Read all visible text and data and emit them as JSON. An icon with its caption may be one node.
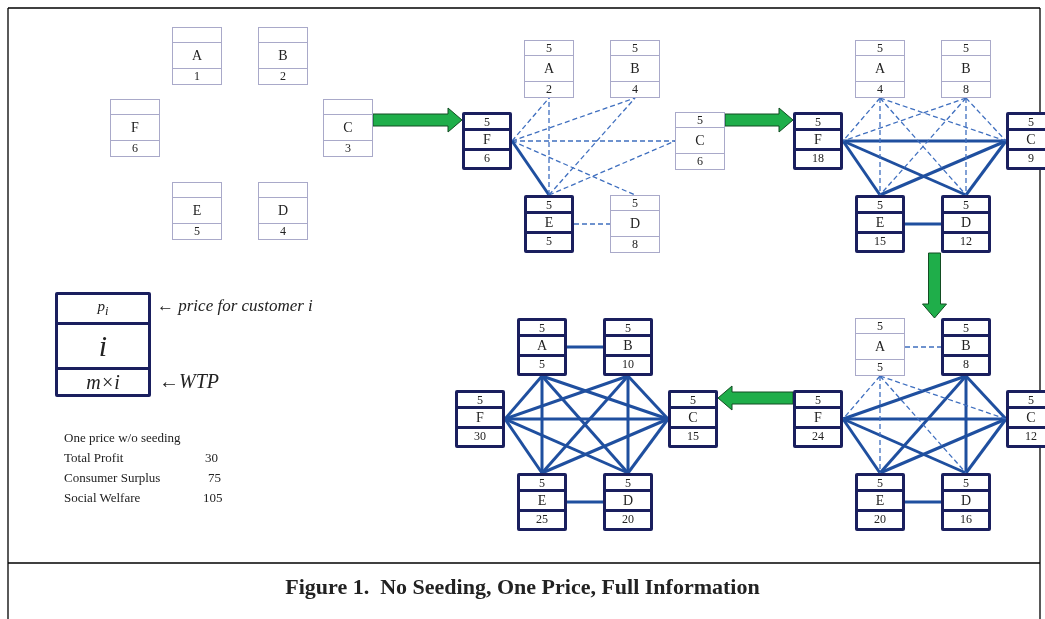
{
  "diagram": {
    "caption": "Figure 1.  No Seeding, One Price, Full Information",
    "nodes": [
      {
        "text": [],
        "shape": "group"
      },
      {
        "text": [
          "A",
          "1"
        ],
        "in": 0
      },
      {
        "text": [
          "B",
          "2"
        ],
        "in": 0
      },
      {
        "text": [
          "F",
          "6"
        ],
        "in": 0
      },
      {
        "text": [
          "C",
          "3"
        ],
        "in": 0
      },
      {
        "text": [
          "E",
          "5"
        ],
        "in": 0
      },
      {
        "text": [
          "D",
          "4"
        ],
        "in": 0
      },
      {
        "text": [],
        "shape": "group"
      },
      {
        "text": [
          "5",
          "A",
          "2"
        ],
        "in": 7
      },
      {
        "text": [
          "5",
          "B",
          "4"
        ],
        "in": 7
      },
      {
        "text": [
          "5",
          "F",
          "6"
        ],
        "in": 7
      },
      {
        "text": [
          "5",
          "C",
          "6"
        ],
        "in": 7
      },
      {
        "text": [
          "5",
          "E",
          "5"
        ],
        "in": 7
      },
      {
        "text": [
          "5",
          "D",
          "8"
        ],
        "in": 7
      },
      {
        "text": [],
        "shape": "group"
      },
      {
        "text": [
          "5",
          "A",
          "4"
        ],
        "in": 14
      },
      {
        "text": [
          "5",
          "B",
          "8"
        ],
        "in": 14
      },
      {
        "text": [
          "5",
          "F",
          "18"
        ],
        "in": 14
      },
      {
        "text": [
          "5",
          "C",
          "9"
        ],
        "in": 14
      },
      {
        "text": [
          "5",
          "E",
          "15"
        ],
        "in": 14
      },
      {
        "text": [
          "5",
          "D",
          "12"
        ],
        "in": 14
      },
      {
        "text": [],
        "shape": "group"
      },
      {
        "text": [
          "5",
          "A",
          "5"
        ],
        "in": 21
      },
      {
        "text": [
          "5",
          "B",
          "10"
        ],
        "in": 21
      },
      {
        "text": [
          "5",
          "F",
          "30"
        ],
        "in": 21
      },
      {
        "text": [
          "5",
          "C",
          "15"
        ],
        "in": 21
      },
      {
        "text": [
          "5",
          "E",
          "25"
        ],
        "in": 21
      },
      {
        "text": [
          "5",
          "D",
          "20"
        ],
        "in": 21
      },
      {
        "text": [],
        "shape": "group"
      },
      {
        "text": [
          "5",
          "A",
          "5"
        ],
        "in": 28
      },
      {
        "text": [
          "5",
          "B",
          "8"
        ],
        "in": 28
      },
      {
        "text": [
          "5",
          "F",
          "24"
        ],
        "in": 28
      },
      {
        "text": [
          "5",
          "C",
          "12"
        ],
        "in": 28
      },
      {
        "text": [
          "5",
          "E",
          "20"
        ],
        "in": 28
      },
      {
        "text": [
          "5",
          "D",
          "16"
        ],
        "in": 28
      },
      {
        "text": [
          "p$_{i}$",
          "i",
          "m×i"
        ],
        "beside": [
          "← price for customer i",
          "←WTP"
        ]
      }
    ],
    "edges": [
      {
        "from": 0,
        "to": 7,
        "arrow": "to",
        "color": "#1fae4a"
      },
      {
        "from": 10,
        "to": 8,
        "arrow": "none",
        "style": "dashed"
      },
      {
        "from": 10,
        "to": 9,
        "arrow": "none",
        "style": "dashed"
      },
      {
        "from": 10,
        "to": 11,
        "arrow": "none",
        "style": "dashed"
      },
      {
        "from": 10,
        "to": 13,
        "arrow": "none",
        "style": "dashed"
      },
      {
        "from": 10,
        "to": 12,
        "arrow": "none"
      },
      {
        "from": 12,
        "to": 8,
        "arrow": "none",
        "style": "dashed"
      },
      {
        "from": 12,
        "to": 9,
        "arrow": "none",
        "style": "dashed"
      },
      {
        "from": 12,
        "to": 11,
        "arrow": "none",
        "style": "dashed"
      },
      {
        "from": 12,
        "to": 13,
        "arrow": "none",
        "style": "dashed"
      },
      {
        "from": 7,
        "to": 14,
        "arrow": "to",
        "color": "#1fae4a"
      },
      {
        "from": 17,
        "to": 18,
        "arrow": "none"
      },
      {
        "from": 17,
        "to": 19,
        "arrow": "none"
      },
      {
        "from": 17,
        "to": 20,
        "arrow": "none"
      },
      {
        "from": 18,
        "to": 19,
        "arrow": "none"
      },
      {
        "from": 18,
        "to": 20,
        "arrow": "none"
      },
      {
        "from": 19,
        "to": 20,
        "arrow": "none"
      },
      {
        "from": 15,
        "to": 17,
        "arrow": "none",
        "style": "dashed"
      },
      {
        "from": 15,
        "to": 18,
        "arrow": "none",
        "style": "dashed"
      },
      {
        "from": 15,
        "to": 19,
        "arrow": "none",
        "style": "dashed"
      },
      {
        "from": 15,
        "to": 20,
        "arrow": "none",
        "style": "dashed"
      },
      {
        "from": 16,
        "to": 17,
        "arrow": "none",
        "style": "dashed"
      },
      {
        "from": 16,
        "to": 18,
        "arrow": "none",
        "style": "dashed"
      },
      {
        "from": 16,
        "to": 19,
        "arrow": "none",
        "style": "dashed"
      },
      {
        "from": 16,
        "to": 20,
        "arrow": "none",
        "style": "dashed"
      },
      {
        "from": 14,
        "to": 28,
        "arrow": "to",
        "color": "#1fae4a"
      },
      {
        "from": 30,
        "to": 31,
        "arrow": "none"
      },
      {
        "from": 30,
        "to": 32,
        "arrow": "none"
      },
      {
        "from": 30,
        "to": 33,
        "arrow": "none"
      },
      {
        "from": 30,
        "to": 34,
        "arrow": "none"
      },
      {
        "from": 31,
        "to": 32,
        "arrow": "none"
      },
      {
        "from": 31,
        "to": 33,
        "arrow": "none"
      },
      {
        "from": 31,
        "to": 34,
        "arrow": "none"
      },
      {
        "from": 32,
        "to": 33,
        "arrow": "none"
      },
      {
        "from": 32,
        "to": 34,
        "arrow": "none"
      },
      {
        "from": 33,
        "to": 34,
        "arrow": "none"
      },
      {
        "from": 29,
        "to": 30,
        "arrow": "none",
        "style": "dashed"
      },
      {
        "from": 29,
        "to": 31,
        "arrow": "none",
        "style": "dashed"
      },
      {
        "from": 29,
        "to": 32,
        "arrow": "none",
        "style": "dashed"
      },
      {
        "from": 29,
        "to": 33,
        "arrow": "none",
        "style": "dashed"
      },
      {
        "from": 29,
        "to": 34,
        "arrow": "none",
        "style": "dashed"
      },
      {
        "from": 28,
        "to": 21,
        "arrow": "to",
        "color": "#1fae4a"
      },
      {
        "from": 22,
        "to": 23,
        "arrow": "none"
      },
      {
        "from": 22,
        "to": 24,
        "arrow": "none"
      },
      {
        "from": 22,
        "to": 25,
        "arrow": "none"
      },
      {
        "from": 22,
        "to": 26,
        "arrow": "none"
      },
      {
        "from": 22,
        "to": 27,
        "arrow": "none"
      },
      {
        "from": 23,
        "to": 24,
        "arrow": "none"
      },
      {
        "from": 23,
        "to": 25,
        "arrow": "none"
      },
      {
        "from": 23,
        "to": 26,
        "arrow": "none"
      },
      {
        "from": 23,
        "to": 27,
        "arrow": "none"
      },
      {
        "from": 24,
        "to": 25,
        "arrow": "none"
      },
      {
        "from": 24,
        "to": 26,
        "arrow": "none"
      },
      {
        "from": 24,
        "to": 27,
        "arrow": "none"
      },
      {
        "from": 25,
        "to": 26,
        "arrow": "none"
      },
      {
        "from": 25,
        "to": 27,
        "arrow": "none"
      },
      {
        "from": 26,
        "to": 27,
        "arrow": "none"
      }
    ],
    "labels": [
      "One price w/o seeding",
      "Total Profit",
      "30",
      "Consumer Surplus",
      "75",
      "Social Welfare",
      "105"
    ]
  }
}
